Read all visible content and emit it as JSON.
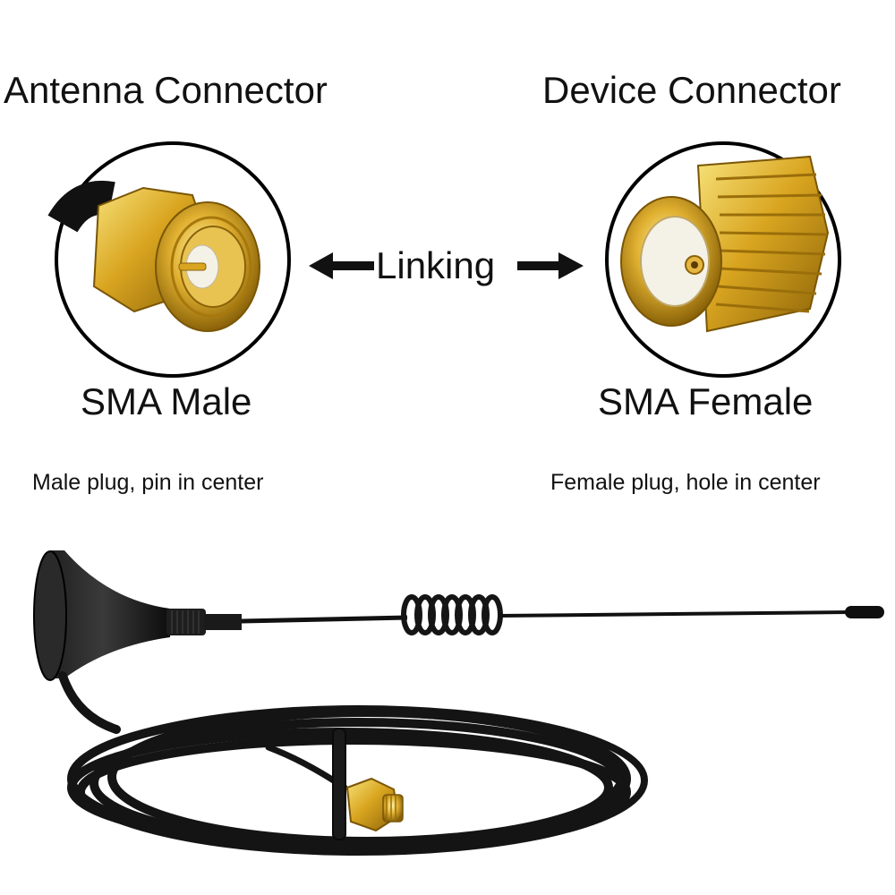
{
  "labels": {
    "antenna_title": "Antenna Connector",
    "device_title": "Device Connector",
    "linking": "Linking",
    "male_name": "SMA Male",
    "female_name": "SMA Female",
    "male_desc": "Male plug, pin in center",
    "female_desc": "Female plug, hole in center"
  },
  "colors": {
    "gold": "#d9a520",
    "gold_dark": "#8a6208",
    "gold_light": "#f7e27a",
    "cable": "#121212",
    "text": "#111111"
  }
}
